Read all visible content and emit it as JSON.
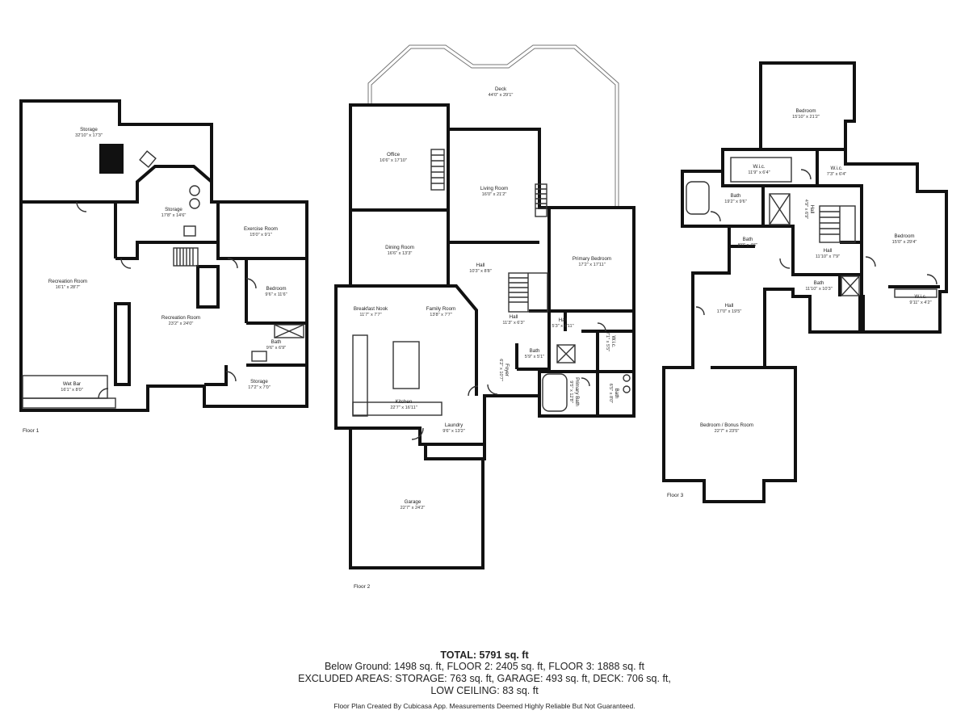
{
  "floors": [
    {
      "name": "Floor 1",
      "rooms": [
        {
          "name": "Storage",
          "dims": "32'10\" x 17'3\""
        },
        {
          "name": "Storage",
          "dims": "17'8\" x 14'6\""
        },
        {
          "name": "Exercise Room",
          "dims": "15'0\" x 9'1\""
        },
        {
          "name": "Recreation Room",
          "dims": "16'1\" x 28'7\""
        },
        {
          "name": "Recreation Room",
          "dims": "23'2\" x 24'0\""
        },
        {
          "name": "Bedroom",
          "dims": "9'6\" x 11'6\""
        },
        {
          "name": "Bath",
          "dims": "9'6\" x 6'9\""
        },
        {
          "name": "Storage",
          "dims": "17'2\" x 7'0\""
        },
        {
          "name": "Wet Bar",
          "dims": "16'1\" x 8'0\""
        }
      ]
    },
    {
      "name": "Floor 2",
      "rooms": [
        {
          "name": "Deck",
          "dims": "44'0\" x 29'1\""
        },
        {
          "name": "Office",
          "dims": "16'6\" x 17'10\""
        },
        {
          "name": "Living Room",
          "dims": "16'0\" x 21'2\""
        },
        {
          "name": "Dining Room",
          "dims": "16'6\" x 13'3\""
        },
        {
          "name": "Hall",
          "dims": "10'3\" x 8'8\""
        },
        {
          "name": "Primary Bedroom",
          "dims": "17'2\" x 17'11\""
        },
        {
          "name": "Breakfast Nook",
          "dims": "11'7\" x 7'7\""
        },
        {
          "name": "Family Room",
          "dims": "13'8\" x 7'7\""
        },
        {
          "name": "Hall",
          "dims": "11'3\" x 6'3\""
        },
        {
          "name": "Hall",
          "dims": "5'3\" x 4'11\""
        },
        {
          "name": "Bath",
          "dims": "5'9\" x 5'1\""
        },
        {
          "name": "W.i.c.",
          "dims": "7'1\" x 5'5\""
        },
        {
          "name": "Foyer",
          "dims": "6'2\" x 10'7\""
        },
        {
          "name": "Primary Bath",
          "dims": "9'5\" x 12'8\""
        },
        {
          "name": "Bath",
          "dims": "6'5\" x 8'0\""
        },
        {
          "name": "Kitchen",
          "dims": "22'7\" x 16'11\""
        },
        {
          "name": "Laundry",
          "dims": "9'6\" x 13'2\""
        },
        {
          "name": "Garage",
          "dims": "22'7\" x 24'2\""
        }
      ]
    },
    {
      "name": "Floor 3",
      "rooms": [
        {
          "name": "Bedroom",
          "dims": "15'10\" x 21'2\""
        },
        {
          "name": "W.i.c.",
          "dims": "11'9\" x 6'4\""
        },
        {
          "name": "W.i.c.",
          "dims": "7'3\" x 6'4\""
        },
        {
          "name": "Bath",
          "dims": "19'2\" x 9'6\""
        },
        {
          "name": "Hall",
          "dims": "4'9\" x 6'9\""
        },
        {
          "name": "Bedroom",
          "dims": "15'0\" x 29'4\""
        },
        {
          "name": "Bath",
          "dims": "8'0\" x 4'6\""
        },
        {
          "name": "Hall",
          "dims": "11'10\" x 7'9\""
        },
        {
          "name": "Bath",
          "dims": "11'10\" x 10'3\""
        },
        {
          "name": "W.i.c.",
          "dims": "9'11\" x 4'2\""
        },
        {
          "name": "Hall",
          "dims": "17'0\" x 19'5\""
        },
        {
          "name": "Bedroom / Bonus Room",
          "dims": "22'7\" x 23'5\""
        }
      ]
    }
  ],
  "summary": {
    "total": "TOTAL: 5791 sq. ft",
    "line1": "Below Ground: 1498 sq. ft, FLOOR 2: 2405 sq. ft, FLOOR 3: 1888 sq. ft",
    "line2": "EXCLUDED AREAS: STORAGE: 763 sq. ft, GARAGE: 493 sq. ft, DECK: 706 sq. ft,",
    "line3": "LOW CEILING: 83 sq. ft"
  },
  "credit": "Floor Plan Created By Cubicasa App. Measurements Deemed Highly Reliable But Not Guaranteed."
}
